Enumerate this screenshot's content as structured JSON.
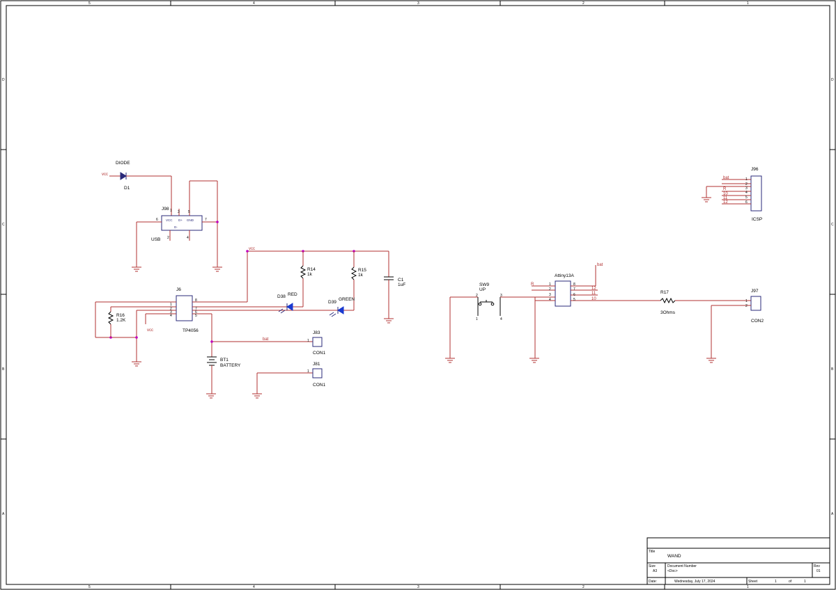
{
  "border": {
    "top_cols": [
      "5",
      "4",
      "3",
      "2",
      "1"
    ],
    "bottom_cols": [
      "5",
      "4",
      "3",
      "2",
      "1"
    ],
    "left_rows": [
      "D",
      "C",
      "B",
      "A"
    ],
    "right_rows": [
      "D",
      "C",
      "B",
      "A"
    ]
  },
  "title_block": {
    "title_label": "Title",
    "title": "WAND",
    "size_label": "Size",
    "size": "A3",
    "docnum_label": "Document Number",
    "docnum": "<Doc>",
    "rev_label": "Rev",
    "rev": "01",
    "date_label": "Date:",
    "date": "Wednesday, July 17, 2024",
    "sheet_label": "Sheet",
    "sheet": "1",
    "of_label": "of",
    "sheet_total": "1"
  },
  "schematic": {
    "diode": {
      "ref": "D1",
      "value": "DIODE",
      "net": "vcc"
    },
    "usb": {
      "ref": "J98",
      "value": "USB",
      "pins": [
        "1",
        "2",
        "3",
        "4",
        "5",
        "6",
        "7"
      ],
      "labels": [
        "VCC",
        "D-",
        "D+",
        "GND"
      ]
    },
    "charger": {
      "ref": "J6",
      "value": "TP4056",
      "pins": [
        "1",
        "2",
        "3",
        "4",
        "5",
        "6",
        "7",
        "8"
      ],
      "net": "vcc"
    },
    "r16": {
      "ref": "R16",
      "value": "1.2K"
    },
    "r14": {
      "ref": "R14",
      "value": "1k"
    },
    "r15": {
      "ref": "R15",
      "value": "1k"
    },
    "c1": {
      "ref": "C1",
      "value": "1uF"
    },
    "d38": {
      "ref": "D38",
      "value": "RED"
    },
    "d39": {
      "ref": "D39",
      "value": "GREEN"
    },
    "vcc_net": "vcc",
    "bat_net": "bat",
    "j83": {
      "ref": "J83",
      "value": "CON1",
      "pin": "1"
    },
    "j81": {
      "ref": "J81",
      "value": "CON1",
      "pin": "1"
    },
    "bt1": {
      "ref": "BT1",
      "value": "BATTERY"
    },
    "sw9": {
      "ref": "SW9",
      "value": "UP",
      "pins": [
        "1",
        "2",
        "3",
        "4"
      ]
    },
    "mcu": {
      "ref": "Attiny13A",
      "net_r": "R",
      "net_bat": "bat",
      "pins_left": [
        "1",
        "2",
        "3",
        "4"
      ],
      "pins_right": [
        "8",
        "7",
        "6",
        "5"
      ],
      "ext_right": [
        "12",
        "11",
        "10"
      ]
    },
    "r17": {
      "ref": "R17",
      "value": "3Ohms"
    },
    "j97": {
      "ref": "J97",
      "value": "CON2",
      "pins": [
        "1",
        "2"
      ]
    },
    "j96": {
      "ref": "J96",
      "value": "ICSP",
      "pins": [
        "1",
        "2",
        "3",
        "4",
        "5",
        "6"
      ],
      "nets": [
        "bat",
        "",
        "R",
        "10",
        "11",
        "12"
      ]
    }
  }
}
